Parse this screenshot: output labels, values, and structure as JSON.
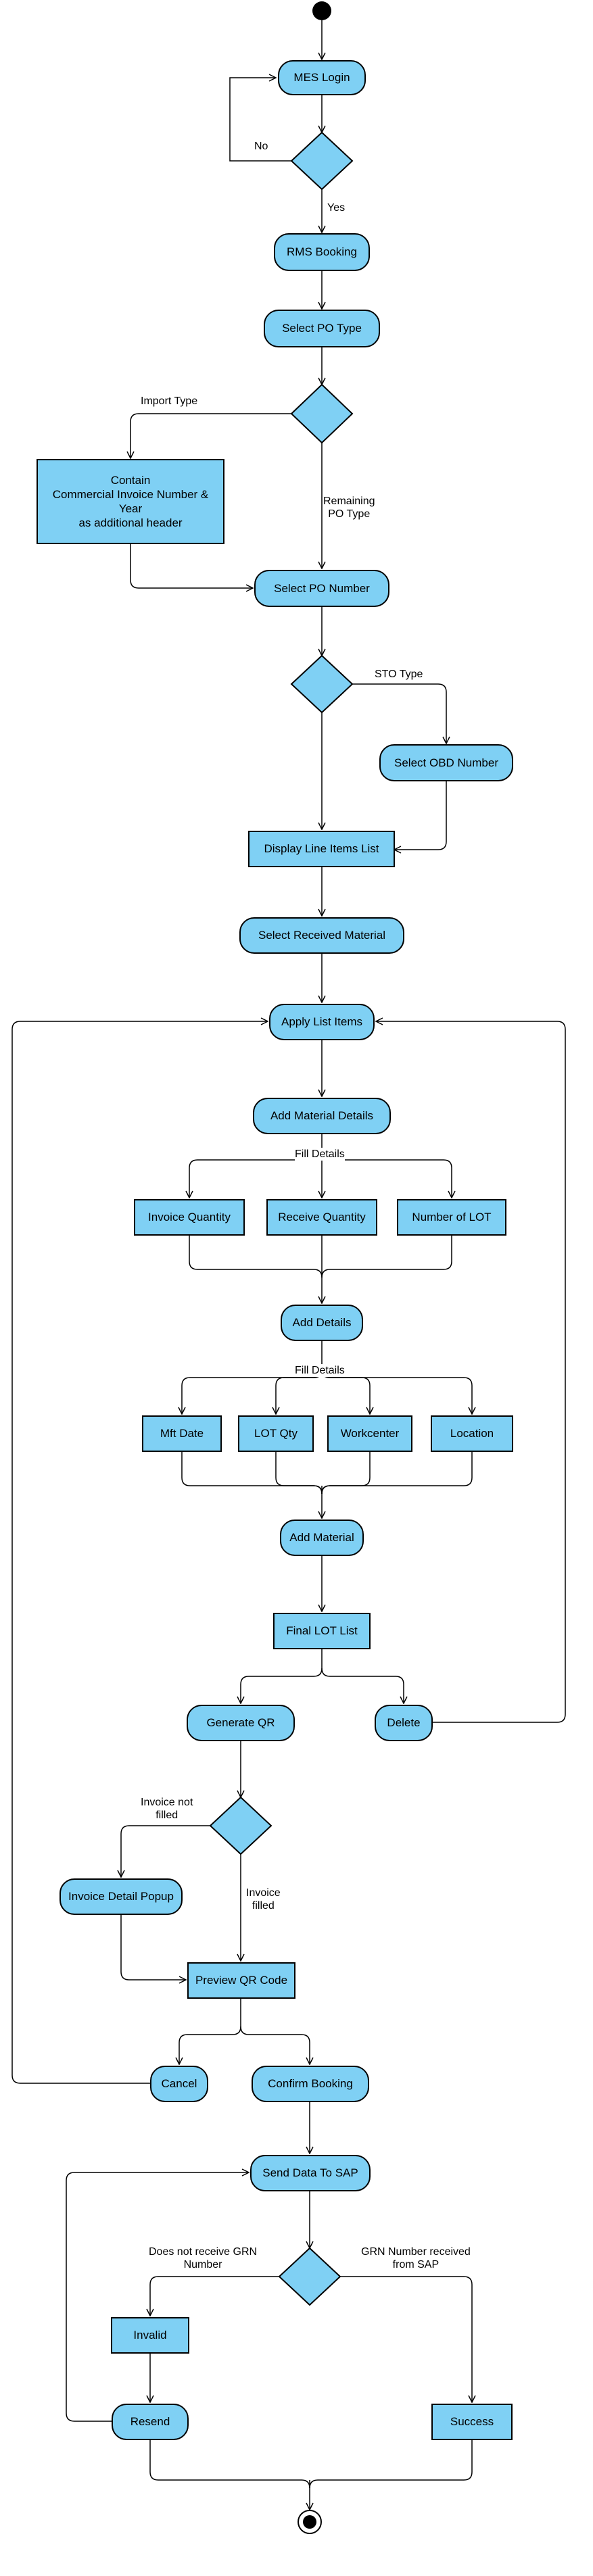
{
  "colors": {
    "node_fill": "#7fd0f4",
    "stroke": "#000000",
    "background": "#ffffff"
  },
  "nodes": {
    "mes_login": "MES Login",
    "rms_booking": "RMS Booking",
    "select_po_type": "Select PO Type",
    "contain_header": [
      "Contain",
      "Commercial Invoice Number &",
      "Year",
      "as additional header"
    ],
    "select_po_number": "Select PO Number",
    "select_obd_number": "Select OBD Number",
    "display_line_items": "Display Line Items List",
    "select_received_material": "Select Received Material",
    "apply_list_items": "Apply List Items",
    "add_material_details": "Add Material Details",
    "invoice_quantity": "Invoice Quantity",
    "receive_quantity": "Receive Quantity",
    "number_of_lot": "Number of LOT",
    "add_details": "Add Details",
    "mft_date": "Mft Date",
    "lot_qty": "LOT Qty",
    "workcenter": "Workcenter",
    "location": "Location",
    "add_material": "Add Material",
    "final_lot_list": "Final LOT List",
    "generate_qr": "Generate QR",
    "delete": "Delete",
    "invoice_detail_popup": "Invoice Detail Popup",
    "preview_qr_code": "Preview QR Code",
    "cancel": "Cancel",
    "confirm_booking": "Confirm Booking",
    "send_data_to_sap": "Send Data To SAP",
    "invalid": "Invalid",
    "resend": "Resend",
    "success": "Success"
  },
  "labels": {
    "no": "No",
    "yes": "Yes",
    "import_type": "Import Type",
    "remaining_po_type": [
      "Remaining",
      "PO Type"
    ],
    "sto_type": "STO Type",
    "fill_details_1": "Fill   Details",
    "fill_details_2": "Fill   Details",
    "invoice_not_filled": [
      "Invoice not",
      "filled"
    ],
    "invoice_filled": [
      "Invoice",
      "filled"
    ],
    "no_grn": [
      "Does not receive GRN",
      "Number"
    ],
    "grn_received": [
      "GRN Number received",
      "from SAP"
    ]
  }
}
